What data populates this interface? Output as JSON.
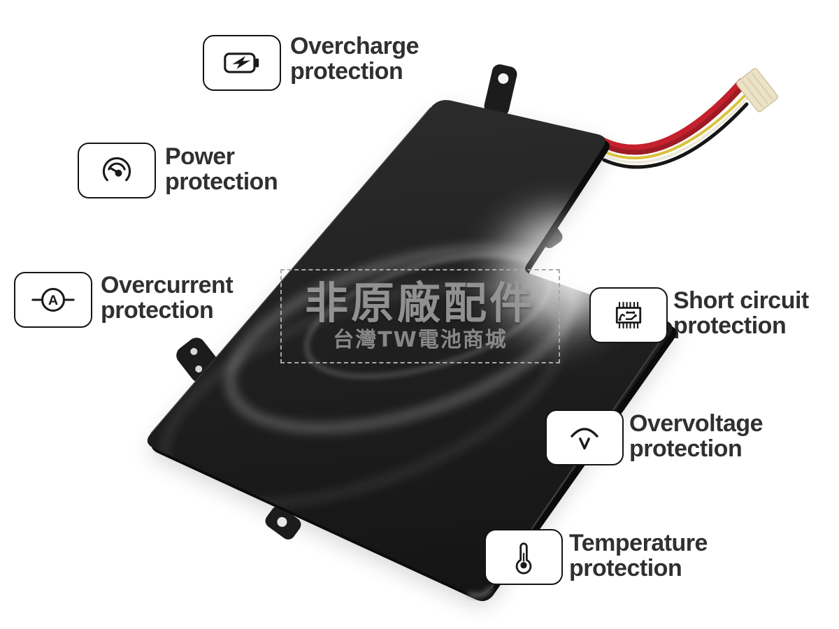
{
  "features": [
    {
      "id": "overcharge",
      "icon": "battery-charging-icon",
      "line1": "Overcharge",
      "line2": "protection"
    },
    {
      "id": "power",
      "icon": "power-gauge-icon",
      "line1": "Power",
      "line2": "protection"
    },
    {
      "id": "overcurrent",
      "icon": "ammeter-icon",
      "line1": "Overcurrent",
      "line2": "protection"
    },
    {
      "id": "short-circuit",
      "icon": "circuit-chip-icon",
      "line1": "Short circuit",
      "line2": "protection"
    },
    {
      "id": "overvoltage",
      "icon": "voltage-arc-icon",
      "line1": "Overvoltage",
      "line2": "protection"
    },
    {
      "id": "temperature",
      "icon": "thermometer-icon",
      "line1": "Temperature",
      "line2": "protection"
    }
  ],
  "ammeter_letter": "A",
  "watermark": {
    "title": "非原廠配件",
    "subtitle": "台灣TW電池商城"
  },
  "colors": {
    "text": "#2f3032",
    "box_border": "#141414",
    "icon": "#1a1a1a",
    "battery_dark": "#1f1f1f",
    "battery_side": "#0b0b0b",
    "wire_red": "#c4212c",
    "wire_dark_red": "#9e1b24",
    "wire_yellow": "#d9c33c",
    "wire_white": "#ece8da",
    "wire_black": "#161616",
    "connector": "#ece2c6",
    "wm_text": "#9a9a9a",
    "wm_border": "#a8a8a8"
  }
}
